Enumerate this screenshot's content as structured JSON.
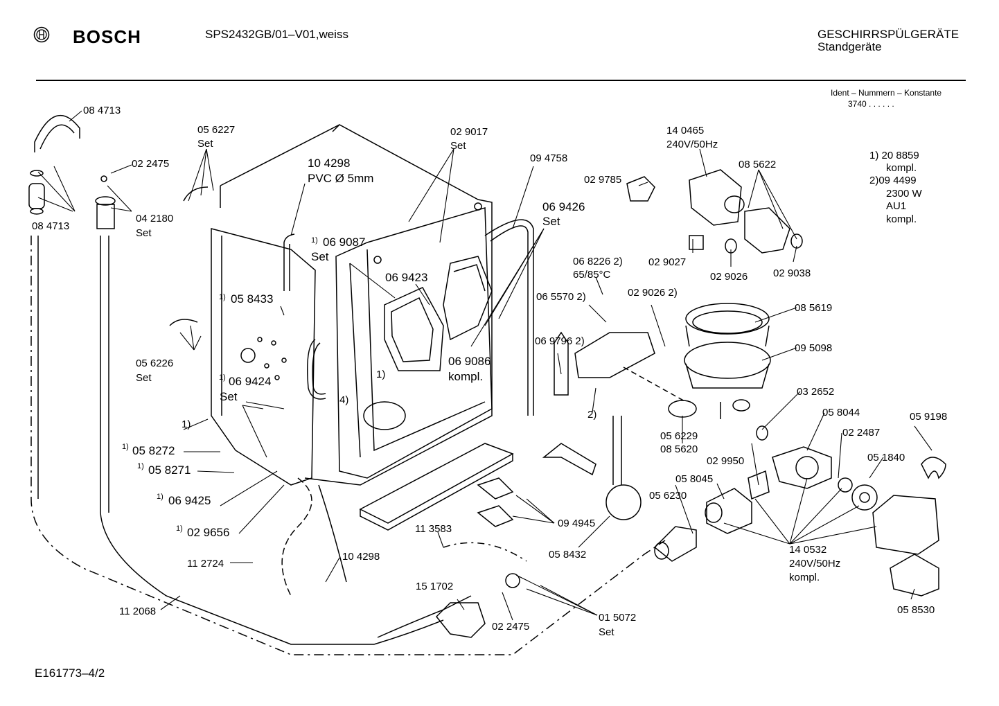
{
  "header": {
    "brand": "BOSCH",
    "model": "SPS2432GB/01–V01,weiss",
    "category": "GESCHIRRSPÜLGERÄTE",
    "subcategory": "Standgeräte",
    "ident_label": "Ident – Nummern – Konstante",
    "ident_value": "3740  .  .    .  .  .  ."
  },
  "notes": {
    "note1_a": "1)  20 8859",
    "note1_b": "kompl.",
    "note2_a": "2)09 4499",
    "note2_b": "2300 W",
    "note2_c": "AU1",
    "note2_d": "kompl."
  },
  "labels": [
    {
      "id": "l1",
      "text": "08 4713"
    },
    {
      "id": "l2",
      "text": "08 4713"
    },
    {
      "id": "l3",
      "text": "02 2475"
    },
    {
      "id": "l4",
      "text": "04 2180"
    },
    {
      "id": "l5",
      "text": "Set"
    },
    {
      "id": "l6",
      "text": "05 6227"
    },
    {
      "id": "l7",
      "text": "Set"
    },
    {
      "id": "l8",
      "text": "10 4298"
    },
    {
      "id": "l9",
      "text": "PVC Ø 5mm"
    },
    {
      "id": "l10",
      "text": "02 9017"
    },
    {
      "id": "l11",
      "text": "Set"
    },
    {
      "id": "l12",
      "text": "09 4758"
    },
    {
      "id": "l13",
      "text": "06 9426"
    },
    {
      "id": "l14",
      "text": "Set"
    },
    {
      "id": "l15",
      "text": "06 9087"
    },
    {
      "id": "l16",
      "text": "Set"
    },
    {
      "id": "l17",
      "text": "06 9423"
    },
    {
      "id": "l18",
      "text": "05 8433"
    },
    {
      "id": "l19",
      "text": "05 6226"
    },
    {
      "id": "l20",
      "text": "Set"
    },
    {
      "id": "l21",
      "text": "06 9424"
    },
    {
      "id": "l22",
      "text": "Set"
    },
    {
      "id": "l23",
      "text": "1)"
    },
    {
      "id": "l24",
      "text": "05 8272"
    },
    {
      "id": "l25",
      "text": "05 8271"
    },
    {
      "id": "l26",
      "text": "06 9425"
    },
    {
      "id": "l27",
      "text": "02 9656"
    },
    {
      "id": "l28",
      "text": "11 2724"
    },
    {
      "id": "l29",
      "text": "11 2068"
    },
    {
      "id": "l30",
      "text": "10 4298"
    },
    {
      "id": "l31",
      "text": "11 3583"
    },
    {
      "id": "l32",
      "text": "15 1702"
    },
    {
      "id": "l33",
      "text": "02 2475"
    },
    {
      "id": "l34",
      "text": "01 5072"
    },
    {
      "id": "l35",
      "text": "Set"
    },
    {
      "id": "l36",
      "text": "09 4945"
    },
    {
      "id": "l37",
      "text": "05 8432"
    },
    {
      "id": "l38",
      "text": "06 9086"
    },
    {
      "id": "l39",
      "text": "kompl."
    },
    {
      "id": "l40",
      "text": "02 9785"
    },
    {
      "id": "l41",
      "text": "14 0465"
    },
    {
      "id": "l42",
      "text": "240V/50Hz"
    },
    {
      "id": "l43",
      "text": "08 5622"
    },
    {
      "id": "l44",
      "text": "02 9027"
    },
    {
      "id": "l45",
      "text": "02 9026"
    },
    {
      "id": "l46",
      "text": "02 9038"
    },
    {
      "id": "l47",
      "text": "06 8226  2)"
    },
    {
      "id": "l48",
      "text": "65/85°C"
    },
    {
      "id": "l49",
      "text": "06 5570 2)"
    },
    {
      "id": "l50",
      "text": "02 9026 2)"
    },
    {
      "id": "l51",
      "text": "06 9796 2)"
    },
    {
      "id": "l52",
      "text": "2)"
    },
    {
      "id": "l53",
      "text": "08 5619"
    },
    {
      "id": "l54",
      "text": "09 5098"
    },
    {
      "id": "l55",
      "text": "03 2652"
    },
    {
      "id": "l56",
      "text": "05 6229"
    },
    {
      "id": "l57",
      "text": "08 5620"
    },
    {
      "id": "l58",
      "text": "05 8044"
    },
    {
      "id": "l59",
      "text": "02 2487"
    },
    {
      "id": "l60",
      "text": "05 9198"
    },
    {
      "id": "l61",
      "text": "02 9950"
    },
    {
      "id": "l62",
      "text": "05 1840"
    },
    {
      "id": "l63",
      "text": "05 8045"
    },
    {
      "id": "l64",
      "text": "05 6230"
    },
    {
      "id": "l65",
      "text": "14 0532"
    },
    {
      "id": "l66",
      "text": "240V/50Hz"
    },
    {
      "id": "l67",
      "text": "kompl."
    },
    {
      "id": "l68",
      "text": "05 8530"
    },
    {
      "id": "l69",
      "text": "1)"
    },
    {
      "id": "l70",
      "text": "4)"
    }
  ],
  "footnote_mark": "1)",
  "footer": "E161773–4/2"
}
